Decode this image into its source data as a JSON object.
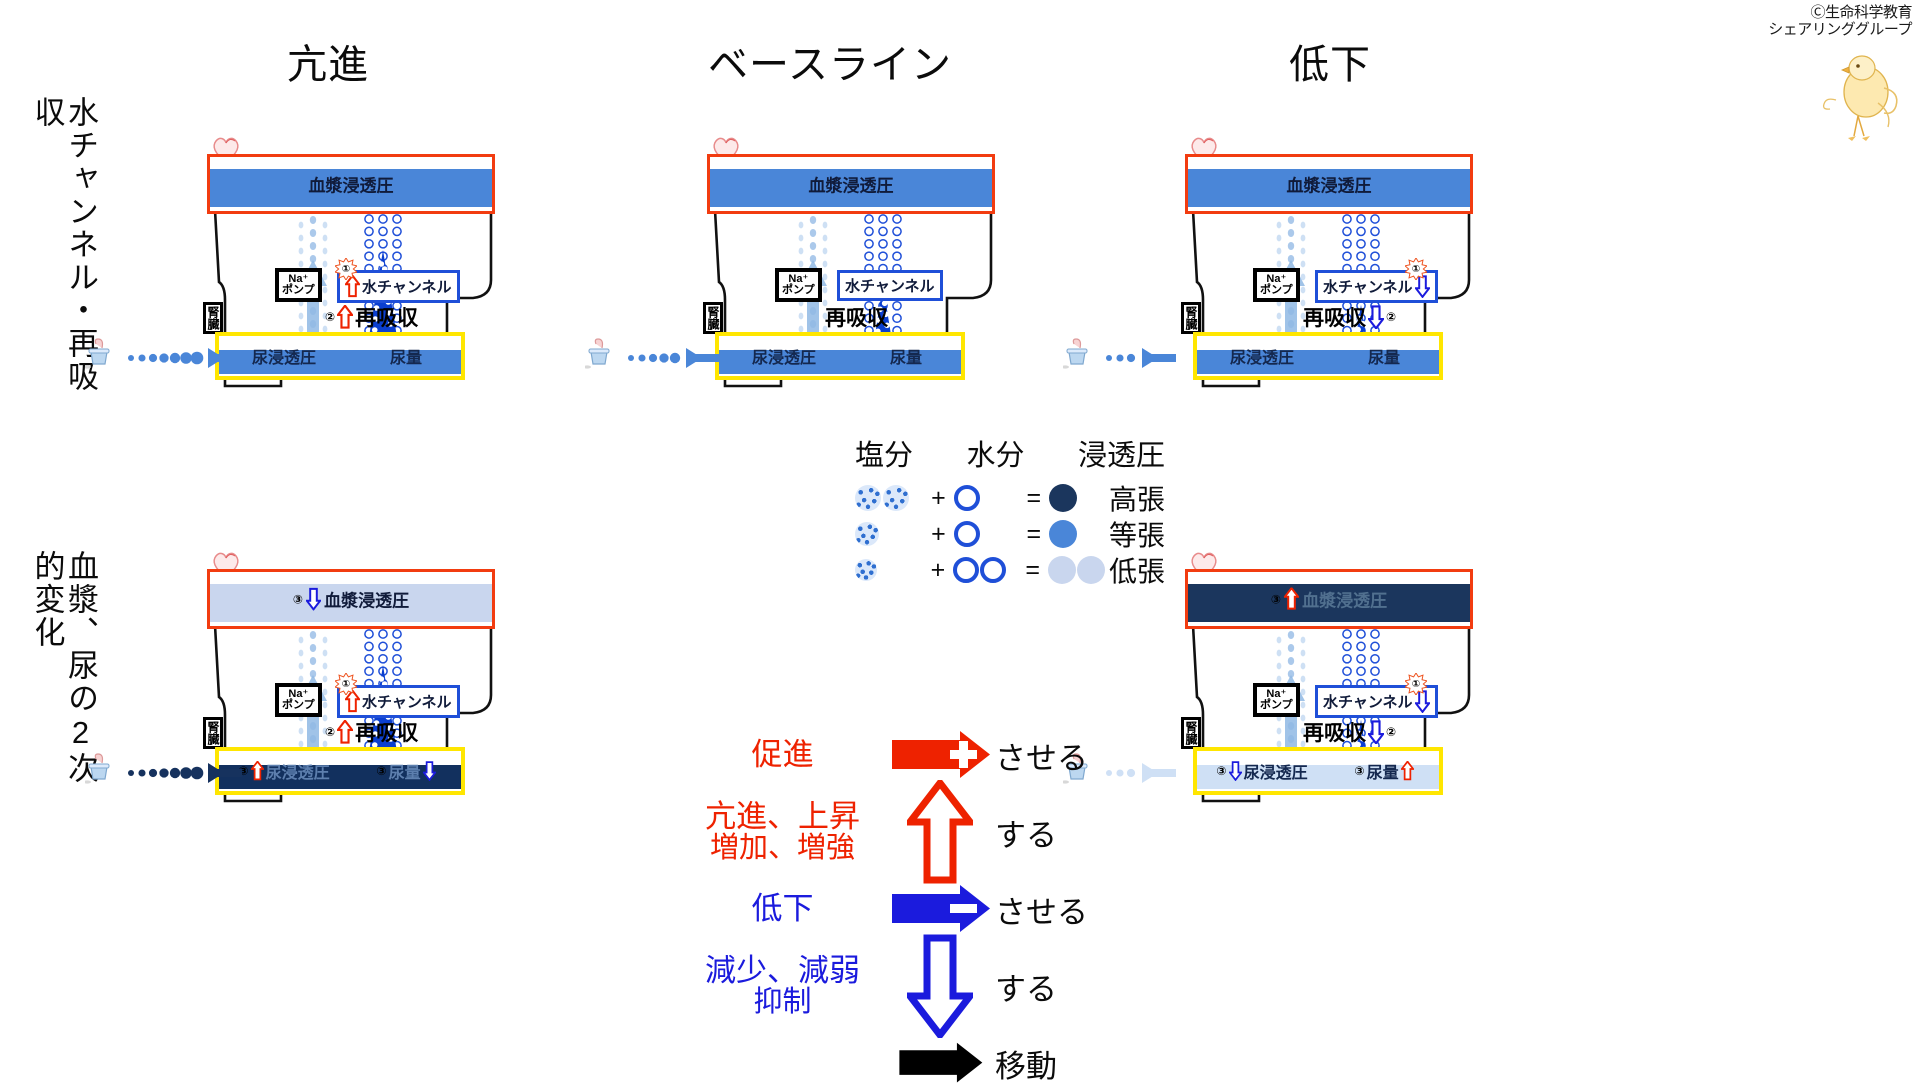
{
  "copyright": {
    "line1": "Ⓒ生命科学教育",
    "line2": "シェアリンググループ"
  },
  "columns": [
    {
      "label": "亢進"
    },
    {
      "label": "ベースライン"
    },
    {
      "label": "低下"
    }
  ],
  "rows": [
    {
      "label": "水チャンネル・再吸収"
    },
    {
      "label": "血漿、尿の2次的変化"
    }
  ],
  "panel_labels": {
    "plasma": "血漿浸透圧",
    "urine_osm": "尿浸透圧",
    "urine_vol": "尿量",
    "water_channel": "水チャンネル",
    "na_pump_l1": "Na⁺",
    "na_pump_l2": "ポンプ",
    "reabsorption": "再吸収",
    "kidney": "腎臓",
    "badge1": "①",
    "badge2": "②",
    "badge3": "③",
    "up": "⇧",
    "down": "⇩"
  },
  "panels": [
    {
      "id": "r1c1",
      "row": "水チャンネル・再吸収",
      "column": "亢進",
      "plasma_state": "等張",
      "plasma_color": "#4a86d8",
      "plasma_arrow": "",
      "plasma_badge": "",
      "water_channel_arrow": "⇧",
      "water_channel_badge": "①",
      "reabsorption_arrow": "⇧",
      "reabsorption_badge": "②",
      "urine_osm_arrow": "",
      "urine_osm_badge": "",
      "urine_vol_arrow": "",
      "urine_vol_badge": "",
      "urine_color": "#4a86d8",
      "water_flow": "large",
      "urine_stream": "strong"
    },
    {
      "id": "r1c2",
      "row": "水チャンネル・再吸収",
      "column": "ベースライン",
      "plasma_state": "等張",
      "plasma_color": "#4a86d8",
      "plasma_arrow": "",
      "plasma_badge": "",
      "water_channel_arrow": "",
      "water_channel_badge": "",
      "reabsorption_arrow": "",
      "reabsorption_badge": "",
      "urine_osm_arrow": "",
      "urine_osm_badge": "",
      "urine_vol_arrow": "",
      "urine_vol_badge": "",
      "urine_color": "#4a86d8",
      "water_flow": "medium",
      "urine_stream": "medium"
    },
    {
      "id": "r1c3",
      "row": "水チャンネル・再吸収",
      "column": "低下",
      "plasma_state": "等張",
      "plasma_color": "#4a86d8",
      "plasma_arrow": "",
      "plasma_badge": "",
      "water_channel_arrow": "⇩",
      "water_channel_badge": "①",
      "reabsorption_arrow": "⇩",
      "reabsorption_badge": "②",
      "urine_osm_arrow": "",
      "urine_osm_badge": "",
      "urine_vol_arrow": "",
      "urine_vol_badge": "",
      "urine_color": "#4a86d8",
      "water_flow": "small",
      "urine_stream": "weak"
    },
    {
      "id": "r2c1",
      "row": "血漿、尿の2次的変化",
      "column": "亢進",
      "plasma_state": "低張",
      "plasma_color": "#c9d6ee",
      "plasma_arrow": "⇩",
      "plasma_badge": "③",
      "water_channel_arrow": "⇧",
      "water_channel_badge": "①",
      "reabsorption_arrow": "⇧",
      "reabsorption_badge": "②",
      "urine_osm_arrow": "⇧",
      "urine_osm_badge": "③",
      "urine_vol_arrow": "⇩",
      "urine_vol_badge": "③",
      "urine_color": "#12305e",
      "water_flow": "large",
      "urine_stream": "strong"
    },
    {
      "id": "r2c3",
      "row": "血漿、尿の2次的変化",
      "column": "低下",
      "plasma_state": "高張",
      "plasma_color": "#1b365d",
      "plasma_arrow": "⇧",
      "plasma_badge": "③",
      "water_channel_arrow": "⇩",
      "water_channel_badge": "①",
      "reabsorption_arrow": "⇩",
      "reabsorption_badge": "②",
      "urine_osm_arrow": "⇩",
      "urine_osm_badge": "③",
      "urine_vol_arrow": "⇧",
      "urine_vol_badge": "③",
      "urine_color": "#cfe0f5",
      "water_flow": "small",
      "urine_stream": "weak"
    }
  ],
  "legend_osmolality": {
    "headers": [
      "塩分",
      "水分",
      "浸透圧"
    ],
    "rows": [
      {
        "salt_count": 2,
        "salt_size": 26,
        "water_count": 1,
        "op": "+",
        "eq": "=",
        "result_count": 1,
        "result_color": "#1b365d",
        "name": "高張"
      },
      {
        "salt_count": 1,
        "salt_size": 24,
        "water_count": 1,
        "op": "+",
        "eq": "=",
        "result_count": 1,
        "result_color": "#4a86d8",
        "name": "等張"
      },
      {
        "salt_count": 1,
        "salt_size": 22,
        "water_count": 2,
        "op": "+",
        "eq": "=",
        "result_count": 2,
        "result_color": "#c9d6ee",
        "name": "低張"
      }
    ]
  },
  "legend_arrows": {
    "rows": [
      {
        "text_main": "促進",
        "text_sub": "",
        "glyph": "solid-right-plus",
        "color": "#ee2200",
        "verb": "させる"
      },
      {
        "text_main": "亢進、上昇",
        "text_sub": "増加、増強",
        "glyph": "hollow-up",
        "color": "#ee2200",
        "verb": "する"
      },
      {
        "text_main": "低下",
        "text_sub": "",
        "glyph": "solid-right-minus",
        "color": "#1b1bdd",
        "verb": "させる"
      },
      {
        "text_main": "減少、減弱",
        "text_sub": "抑制",
        "glyph": "hollow-down",
        "color": "#1b1bdd",
        "verb": "する"
      },
      {
        "text_main": "",
        "text_sub": "",
        "glyph": "solid-right-black",
        "color": "#000000",
        "verb": "移動"
      }
    ]
  },
  "colors": {
    "plasma_frame": "#f23c10",
    "urine_frame": "#ffe600",
    "water_channel_border": "#1f4fd8",
    "isotonic": "#4a86d8",
    "hypertonic": "#1b365d",
    "hypotonic": "#c9d6ee",
    "promote": "#ee2200",
    "reduce": "#1b1bdd"
  }
}
